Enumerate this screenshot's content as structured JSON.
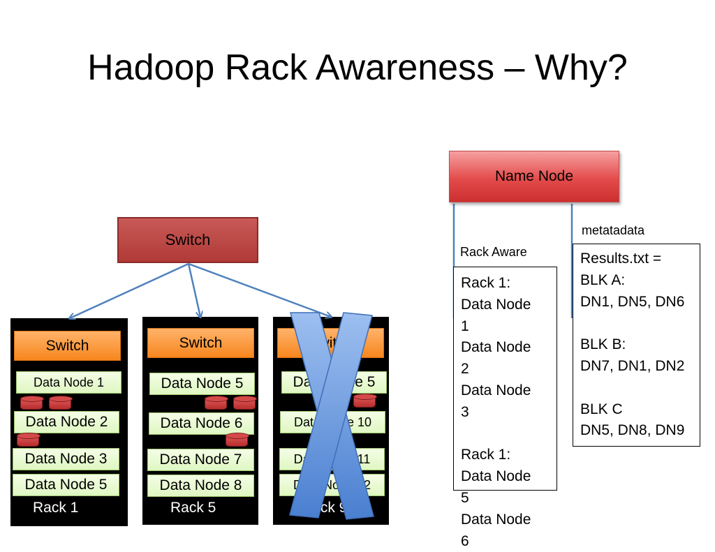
{
  "title": "Hadoop Rack Awareness – Why?",
  "main_switch": "Switch",
  "racks": [
    {
      "switch": "Switch",
      "label": "Rack 1",
      "nodes": [
        "Data Node 1",
        "Data Node 2",
        "Data Node 3",
        "Data Node 5"
      ]
    },
    {
      "switch": "Switch",
      "label": "Rack 5",
      "nodes": [
        "Data Node 5",
        "Data Node 6",
        "Data Node 7",
        "Data Node 8"
      ]
    },
    {
      "switch": "Switch",
      "label": "Rack 9",
      "nodes": [
        "Data Node 5",
        "Data Node 10",
        "Data Node 11",
        "Data Node 12"
      ],
      "failed": true
    }
  ],
  "name_node": "Name Node",
  "rack_aware": {
    "label": "Rack Aware",
    "text": "Rack 1:\nData Node\n1\nData Node\n2\nData Node\n3\n\nRack 1:\nData Node\n5\nData Node\n6"
  },
  "metadata": {
    "label": "metatadata",
    "text": "Results.txt =\nBLK A:\nDN1, DN5, DN6\n\nBLK B:\nDN7, DN1, DN2\n\nBLK C\nDN5, DN8, DN9"
  },
  "colors": {
    "switch_red": "#b03a37",
    "name_node_red": "#e34b4b",
    "rack_switch_orange": "#f7861e",
    "data_node_green": "#dff7c2",
    "arrow_blue": "#4f81bd",
    "x_mark_blue": "#5b8fd6"
  },
  "icons": [
    "disk-icon",
    "arrow-icon",
    "x-mark-icon"
  ]
}
